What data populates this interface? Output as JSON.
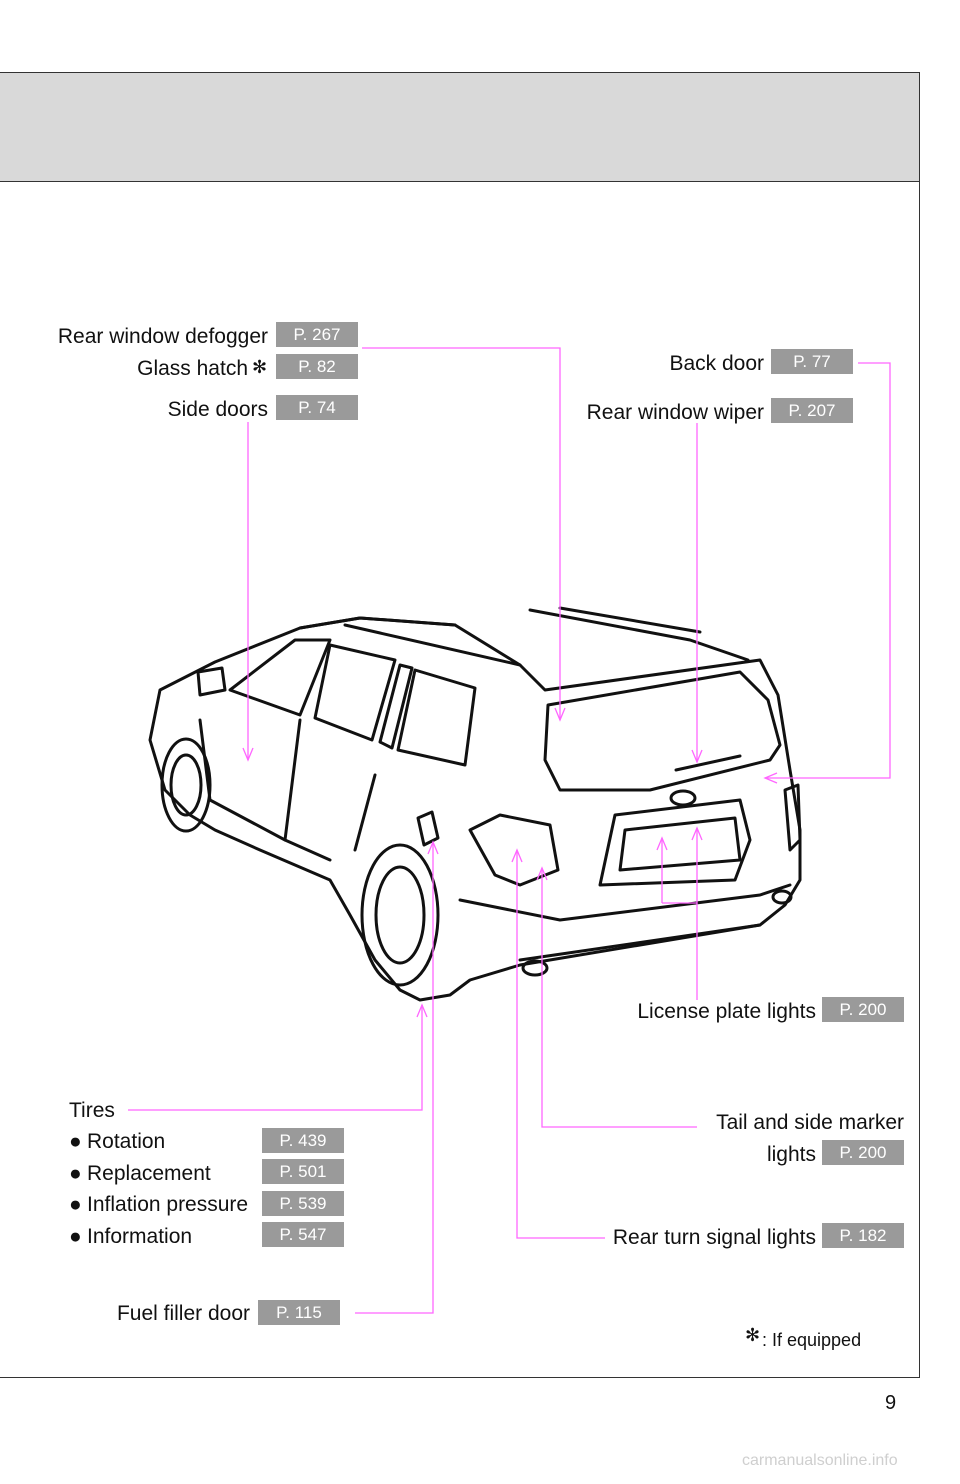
{
  "page_number": "9",
  "footnote": {
    "symbol": "✻",
    "text": ": If equipped"
  },
  "watermark": "carmanualsonline.info",
  "colors": {
    "leader": "#ff66ff",
    "badge": "#9a9a9a",
    "header_band": "#d9d9d9"
  },
  "callouts": {
    "rear_window_defogger": {
      "label": "Rear window defogger",
      "page": "P. 267"
    },
    "glass_hatch": {
      "label": "Glass hatch",
      "symbol": "✻",
      "page": "P. 82"
    },
    "side_doors": {
      "label": "Side doors",
      "page": "P. 74"
    },
    "back_door": {
      "label": "Back door",
      "page": "P. 77"
    },
    "rear_window_wiper": {
      "label": "Rear window wiper",
      "page": "P. 207"
    },
    "license_plate_lights": {
      "label": "License plate lights",
      "page": "P. 200"
    },
    "tail_side_marker": {
      "label_line1": "Tail and side marker",
      "label_line2": "lights",
      "page": "P. 200"
    },
    "rear_turn_signal": {
      "label": "Rear turn signal lights",
      "page": "P. 182"
    },
    "fuel_filler_door": {
      "label": "Fuel filler door",
      "page": "P. 115"
    }
  },
  "tires": {
    "title": "Tires",
    "bullet": "●",
    "items": [
      {
        "label": "Rotation",
        "page": "P. 439"
      },
      {
        "label": "Replacement",
        "page": "P. 501"
      },
      {
        "label": "Inflation pressure",
        "page": "P. 539"
      },
      {
        "label": "Information",
        "page": "P. 547"
      }
    ]
  }
}
